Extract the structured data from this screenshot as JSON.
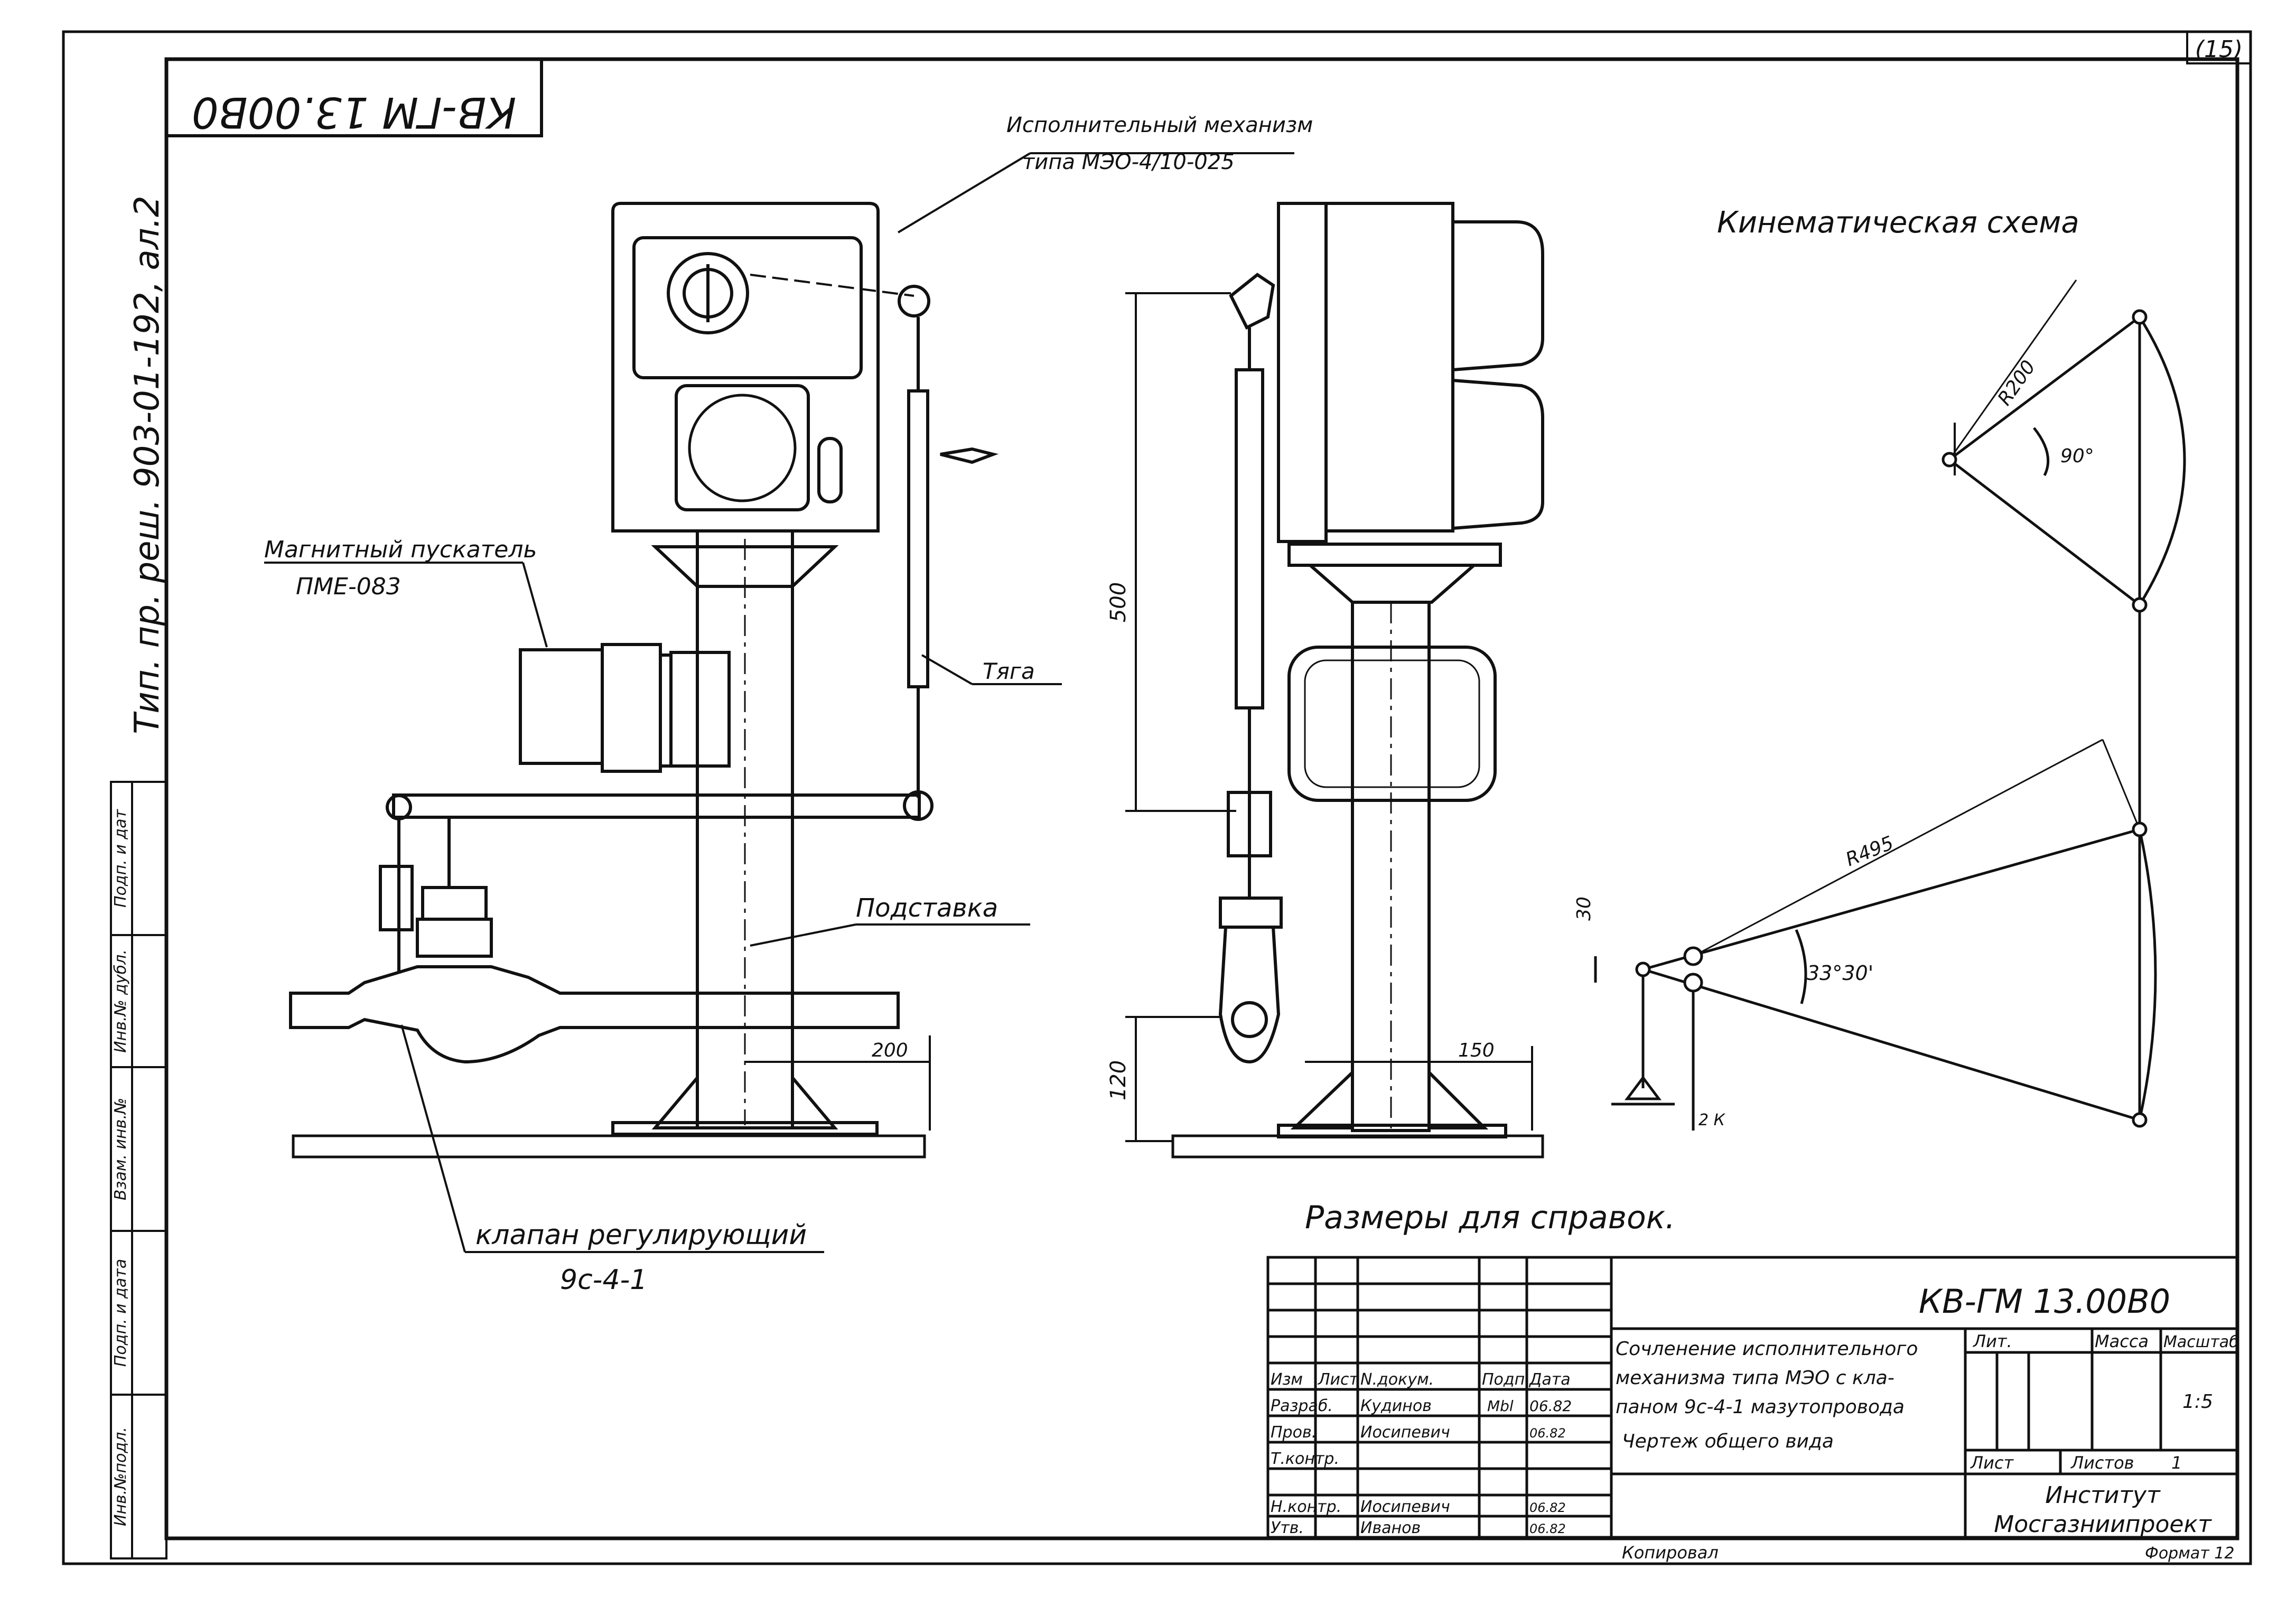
{
  "sheet": {
    "page_number": "(15)",
    "rotated_code": "КВ-ГМ 13.00В0",
    "side_reference": "Тип. пр. реш. 903-01-192, ал.2",
    "margin_labels": [
      "Инв.№подл.",
      "Подп. и дата",
      "Взам. инв.№",
      "Инв.№ дубл.",
      "Подп. и дат"
    ],
    "copied": "Копировал",
    "format": "Формат 12"
  },
  "front_view": {
    "actuator_label_line1": "Исполнительный механизм",
    "actuator_label_line2": "типа МЭО-4/10-025",
    "starter_label_line1": "Магнитный пускатель",
    "starter_label_line2": "ПМЕ-083",
    "rod_label": "Тяга",
    "stand_label": "Подставка",
    "valve_label_line1": "клапан регулирующий",
    "valve_label_line2": "9с-4-1",
    "dim_200": "200"
  },
  "side_view": {
    "dim_500": "500",
    "dim_120": "120",
    "dim_150": "150"
  },
  "kinematic": {
    "title": "Кинематическая схема",
    "r200": "R200",
    "angle90": "90°",
    "r495": "R495",
    "angle33": "33°30'",
    "dim30": "30",
    "dim_small": "2 К"
  },
  "note": "Размеры для справок.",
  "title_block": {
    "code": "КВ-ГМ 13.00В0",
    "header_cols": [
      "Изм",
      "Лист",
      "N.докум.",
      "Подп.",
      "Дата"
    ],
    "rows": [
      {
        "role": "Разраб.",
        "name": "Кудинов",
        "sign": "Mbl",
        "date": "06.82"
      },
      {
        "role": "Пров.",
        "name": "Иосипевич",
        "sign": "",
        "date": "06.82"
      },
      {
        "role": "Т.контр.",
        "name": "",
        "sign": "",
        "date": ""
      },
      {
        "role": "Н.контр.",
        "name": "Иосипевич",
        "sign": "",
        "date": "06.82"
      },
      {
        "role": "Утв.",
        "name": "Иванов",
        "sign": "",
        "date": "06.82"
      }
    ],
    "description_line1": "Сочленение исполнительного",
    "description_line2": "механизма типа МЭО с кла-",
    "description_line3": "паном 9с-4-1 мазутопровода",
    "description_line4": "Чертеж общего вида",
    "lit_label": "Лит.",
    "mass_label": "Масса",
    "scale_label": "Масштаб",
    "scale_value": "1:5",
    "sheet_label": "Лист",
    "sheets_label": "Листов",
    "sheets_value": "1",
    "org_line1": "Институт",
    "org_line2": "Мосгазниипроект"
  }
}
